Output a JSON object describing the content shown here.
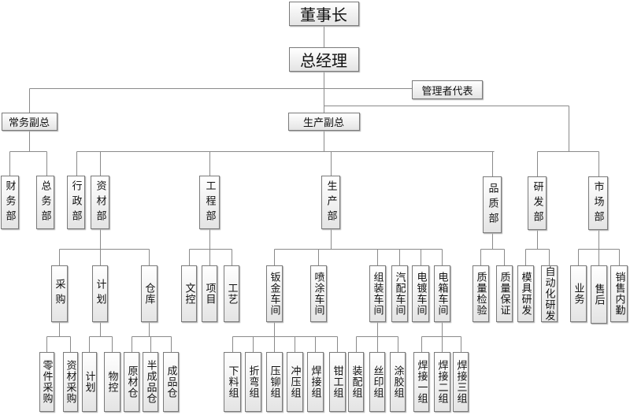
{
  "nodes": {
    "chairman": "董事长",
    "gm": "总经理",
    "mgmt_rep": "管理者代表",
    "exec_vp": "常务副总",
    "prod_vp": "生产副总",
    "finance": "财务部",
    "general_affairs": "总务部",
    "admin": "行政部",
    "materials": "资材部",
    "engineering": "工程部",
    "production": "生产部",
    "quality": "品质部",
    "rnd": "研发部",
    "marketing": "市场部",
    "purchasing": "采购",
    "planning": "计划",
    "warehouse": "仓库",
    "doc_control": "文控",
    "project": "项目",
    "process": "工艺",
    "sheet_metal": "钣金车间",
    "spray": "喷涂车间",
    "assembly": "组装车间",
    "auto_parts": "汽配车间",
    "plating": "电镀车间",
    "elec_box": "电箱车间",
    "qc_inspect": "质量检验",
    "qa": "质量保证",
    "mold_rnd": "模具研发",
    "auto_rnd": "自动化研发",
    "business": "业务",
    "after_sales": "售后",
    "sales_support": "销售内勤",
    "parts_purchase": "零件采购",
    "material_purchase": "资材采购",
    "plan": "计划",
    "material_control": "物控",
    "raw_wh": "原材仓",
    "semi_wh": "半成品仓",
    "finished_wh": "成品仓",
    "cutting": "下料组",
    "bending": "折弯组",
    "riveting": "压铆组",
    "punching": "冲压组",
    "welding": "焊接组",
    "fitter": "钳工组",
    "fitting": "装配组",
    "silkscreen": "丝印组",
    "gluing": "涂胶组",
    "weld1": "焊接一组",
    "weld2": "焊接二组",
    "weld3": "焊接三组"
  }
}
